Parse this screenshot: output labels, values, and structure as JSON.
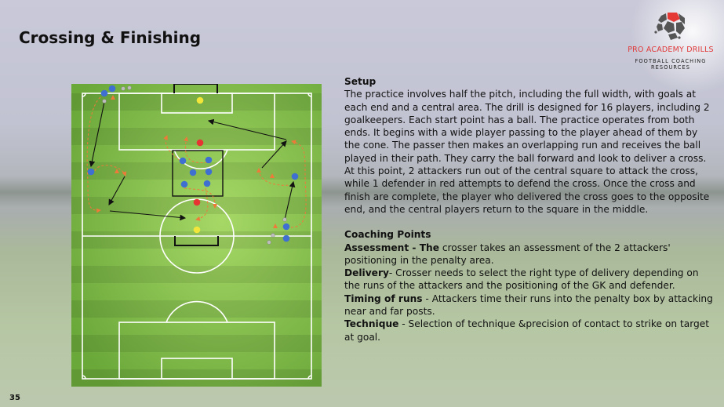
{
  "slide": {
    "title": "Crossing & Finishing",
    "page_number": "35"
  },
  "logo": {
    "name": "PRO ACADEMY DRILLS",
    "tagline": "FOOTBALL COACHING RESOURCES",
    "colors": {
      "accent": "#e53935",
      "dark": "#4a4a4a"
    }
  },
  "setup": {
    "heading": "Setup",
    "body": "The practice involves half the pitch, including the full width, with goals at each end and a central area. The drill is designed for 16 players, including 2 goalkeepers. Each start point has a ball. The practice operates from both ends. It begins with a wide player passing to the player ahead of them by the cone. The passer then makes an overlapping run and receives the ball played in their path. They carry the ball forward and look to deliver a cross. At this point, 2 attackers run out of the central square to attack the cross, while 1 defender in red attempts to defend the cross. Once the cross and finish are complete, the player who delivered the cross goes to the opposite end, and the central players return to the square in the middle."
  },
  "coaching": {
    "heading": "Coaching Points",
    "points": [
      {
        "label": "Assessment - The",
        "text": " crosser takes an assessment of the 2 attackers' positioning in the penalty area."
      },
      {
        "label": "Delivery",
        "text": "- Crosser needs to select the right type of delivery depending on the runs of the attackers and the positioning of the GK and defender."
      },
      {
        "label": "Timing of runs",
        "text": " - Attackers time their runs into the penalty box by attacking near and far posts."
      },
      {
        "label": "Technique",
        "text": " - Selection of technique &precision of contact to strike on target at goal."
      }
    ]
  },
  "diagram_colors": {
    "attacker": "#3f6fd1",
    "defender": "#e83333",
    "goalkeeper": "#f2e63a",
    "cone": "#ee7a3a",
    "ball": "#b9b9b9",
    "pitch": "#6fae3f"
  }
}
